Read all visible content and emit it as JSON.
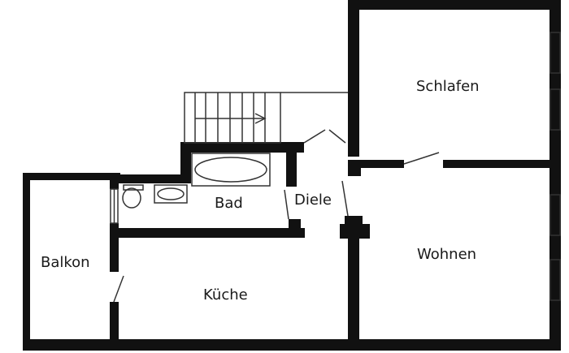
{
  "rooms": {
    "schlafen": "Schlafen",
    "bad": "Bad",
    "diele": "Diele",
    "balkon": "Balkon",
    "wohnen": "Wohnen",
    "kueche": "Küche"
  },
  "colors": {
    "wall": "#111111",
    "line": "#333333",
    "background": "#ffffff"
  }
}
